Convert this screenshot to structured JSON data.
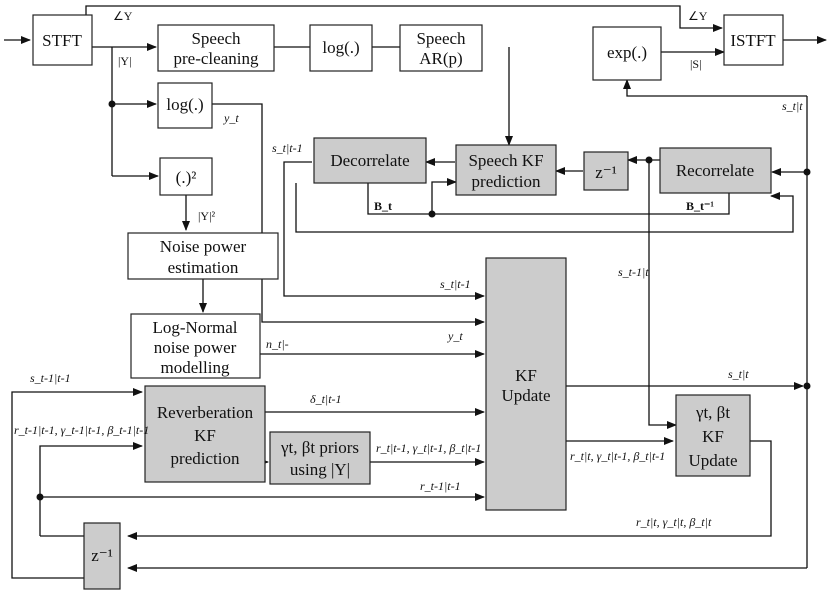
{
  "colors": {
    "plain_block": "#ffffff",
    "kf_block": "#cccccc",
    "wire": "#111111"
  },
  "blocks": {
    "stft": "STFT",
    "istft": "ISTFT",
    "speech_precleaning": [
      "Speech",
      "pre-cleaning"
    ],
    "log_top": "log(.)",
    "speech_ar": [
      "Speech",
      "AR(p)"
    ],
    "exp": "exp(.)",
    "log_mid": "log(.)",
    "square": "(.)²",
    "noise_power_estimation": [
      "Noise power",
      "estimation"
    ],
    "lognormal_modelling": [
      "Log-Normal",
      "noise power",
      "modelling"
    ],
    "decorrelate": "Decorrelate",
    "speech_kf_prediction": [
      "Speech KF",
      "prediction"
    ],
    "z_inv_top": "z⁻¹",
    "recorrelate": "Recorrelate",
    "kf_update_main": [
      "KF",
      "Update"
    ],
    "reverb_kf_prediction": [
      "Reverberation",
      "KF",
      "prediction"
    ],
    "gamma_beta_priors": [
      "γt, βt priors",
      "using |Y|"
    ],
    "gamma_beta_kf_update": [
      "γt, βt",
      "KF",
      "Update"
    ],
    "z_inv_bottom": "z⁻¹"
  },
  "signals": {
    "angle_y_left": "∠Y",
    "angle_y_right": "∠Y",
    "mag_y": "|Y|",
    "mag_s": "|S|",
    "y_t_top": "y_t",
    "y_t_in": "y_t",
    "mag_y_sq": "|Y|²",
    "s_t_given_t_minus_1_top": "s_t|t-1",
    "s_t_given_t_minus_1_in": "s_t|t-1",
    "b_t": "B_t",
    "b_t_inv": "B_t⁻¹",
    "s_t_given_t_right": "s_t|t",
    "s_t_minus_1": "s_t-1|t",
    "s_t_given_t_out": "s_t|t",
    "n_t": "n_t|-",
    "s_prev": "s_t-1|t-1",
    "r_gamma_beta_prev": "r_t-1|t-1, γ_t-1|t-1, β_t-1|t-1",
    "delta": "δ_t|t-1",
    "r_gamma_beta_pred": "r_t|t-1, γ_t|t-1, β_t|t-1",
    "r_prev_in": "r_t-1|t-1",
    "r_gamma_beta_mid": "r_t|t, γ_t|t-1, β_t|t-1",
    "r_gamma_beta_out": "r_t|t, γ_t|t, β_t|t"
  }
}
